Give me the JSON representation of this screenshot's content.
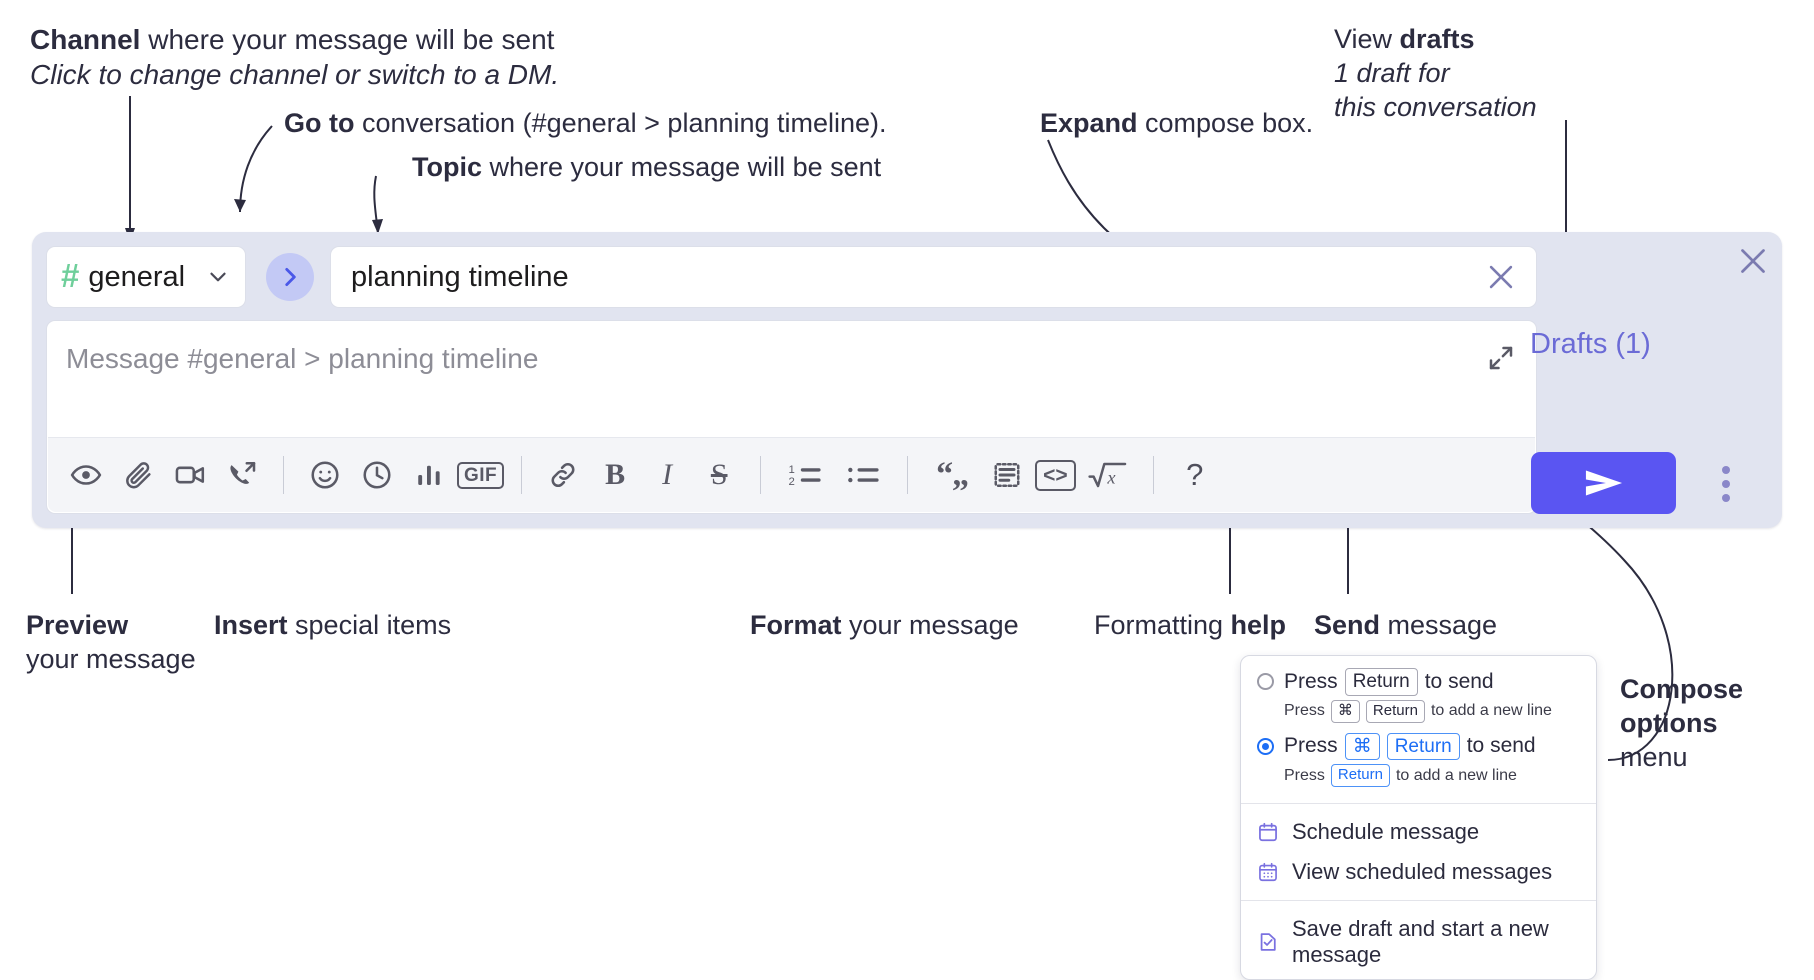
{
  "annotations": {
    "channel": {
      "bold": "Channel",
      "rest": " where your message will be sent",
      "italic": "Click to change channel or switch to a DM."
    },
    "goto": {
      "bold": "Go to",
      "rest": " conversation (#general > planning timeline)."
    },
    "topic": {
      "bold": "Topic",
      "rest": " where your message will be sent"
    },
    "expand": {
      "bold": "Expand",
      "rest": " compose box."
    },
    "drafts": {
      "plain": "View ",
      "bold": "drafts",
      "italic_line1": "1 draft for",
      "italic_line2": "this conversation"
    },
    "preview": {
      "bold": "Preview",
      "line2": "your message"
    },
    "insert": {
      "bold": "Insert",
      "rest": " special items"
    },
    "format": {
      "bold": "Format",
      "rest": " your message"
    },
    "help": {
      "plain": "Formatting ",
      "bold": "help"
    },
    "send": {
      "bold": "Send",
      "rest": " message"
    },
    "compose_options": {
      "bold_line1": "Compose",
      "bold_line2": "options",
      "line3": "menu"
    }
  },
  "compose": {
    "channel_name": "general",
    "hash_symbol": "#",
    "topic_value": "planning timeline",
    "message_placeholder": "Message #general > planning timeline",
    "drafts_label": "Drafts (1)",
    "toolbar_insert": [
      {
        "name": "preview-eye-icon",
        "label": "Preview"
      },
      {
        "name": "attachment-paperclip-icon",
        "label": "Attach file"
      },
      {
        "name": "video-camera-icon",
        "label": "Record video clip"
      },
      {
        "name": "audio-clip-icon",
        "label": "Record audio clip"
      },
      {
        "name": "emoji-icon",
        "label": "Emoji"
      },
      {
        "name": "clock-icon",
        "label": "Reminder"
      },
      {
        "name": "poll-bars-icon",
        "label": "Poll"
      },
      {
        "name": "gif-icon",
        "label": "GIF"
      }
    ],
    "toolbar_format": [
      {
        "name": "link-icon",
        "label": "Link"
      },
      {
        "name": "bold-icon",
        "label": "B"
      },
      {
        "name": "italic-icon",
        "label": "I"
      },
      {
        "name": "strikethrough-icon",
        "label": "S"
      },
      {
        "name": "ordered-list-icon",
        "label": "Ordered list"
      },
      {
        "name": "bulleted-list-icon",
        "label": "Bulleted list"
      },
      {
        "name": "blockquote-icon",
        "label": "Blockquote"
      },
      {
        "name": "code-block-icon",
        "label": "Code block"
      },
      {
        "name": "code-icon",
        "label": "Code"
      },
      {
        "name": "math-icon",
        "label": "Math"
      },
      {
        "name": "help-icon",
        "label": "?"
      }
    ],
    "gif_label": "GIF",
    "bold_label": "B",
    "italic_label": "I",
    "strike_label": "S",
    "code_label": "<>",
    "help_label": "?"
  },
  "options_menu": {
    "send_options": [
      {
        "selected": false,
        "main_prefix": "Press",
        "main_key": "Return",
        "main_suffix": "to send",
        "sub_prefix": "Press",
        "sub_key1": "⌘",
        "sub_key2": "Return",
        "sub_suffix": "to add a new line"
      },
      {
        "selected": true,
        "main_prefix": "Press",
        "main_key1": "⌘",
        "main_key2": "Return",
        "main_suffix": "to send",
        "sub_prefix": "Press",
        "sub_key": "Return",
        "sub_suffix": "to add a new line"
      }
    ],
    "items": [
      {
        "icon": "calendar-icon",
        "label": "Schedule message"
      },
      {
        "icon": "calendar-grid-icon",
        "label": "View scheduled messages"
      },
      {
        "icon": "save-draft-icon",
        "label": "Save draft and start a new message"
      }
    ]
  },
  "colors": {
    "panel_bg": "#e1e4f0",
    "send_purple": "#5a55f2",
    "drafts_purple": "#6b6bd6",
    "hash_green": "#6fcf9b",
    "goto_blue": "#4a58e8",
    "menu_icon_purple": "#7a71e0",
    "radio_blue": "#1d6ef5"
  }
}
